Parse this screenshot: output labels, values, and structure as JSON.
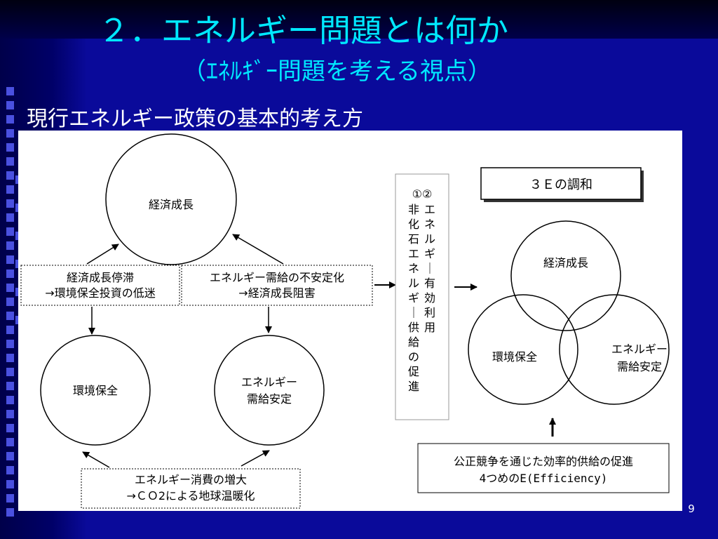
{
  "slide": {
    "title": "２．エネルギー問題とは何か",
    "subtitle": "（ｴﾈﾙｷﾞｰ問題を考える視点）",
    "heading": "現行エネルギー政策の基本的考え方",
    "page_number": "9"
  },
  "left_diagram": {
    "circle_top": "経済成長",
    "circle_left": "環境保全",
    "circle_right": [
      "エネルギー",
      "需給安定"
    ],
    "box_left": [
      "経済成長停滞",
      "→環境保全投資の低迷"
    ],
    "box_right": [
      "エネルギー需給の不安定化",
      "→経済成長阻害"
    ],
    "box_bottom": [
      "エネルギー消費の増大",
      "→ＣＯ2による地球温暖化"
    ]
  },
  "middle_box": {
    "header": "①②",
    "column_right": [
      "エ",
      "ネ",
      "ル",
      "ギ",
      "|",
      "有",
      "効",
      "利",
      "用"
    ],
    "column_left": [
      "非",
      "化",
      "石",
      "エ",
      "ネ",
      "ル",
      "ギ",
      "|",
      "供",
      "給",
      "の",
      "促",
      "進"
    ]
  },
  "right_diagram": {
    "title_box": "３Ｅの調和",
    "circle_top": "経済成長",
    "circle_left": "環境保全",
    "circle_right": [
      "エネルギー",
      "需給安定"
    ],
    "bottom_box": [
      "公正競争を通じた効率的供給の促進",
      "4つめのE(Efficiency)"
    ]
  }
}
